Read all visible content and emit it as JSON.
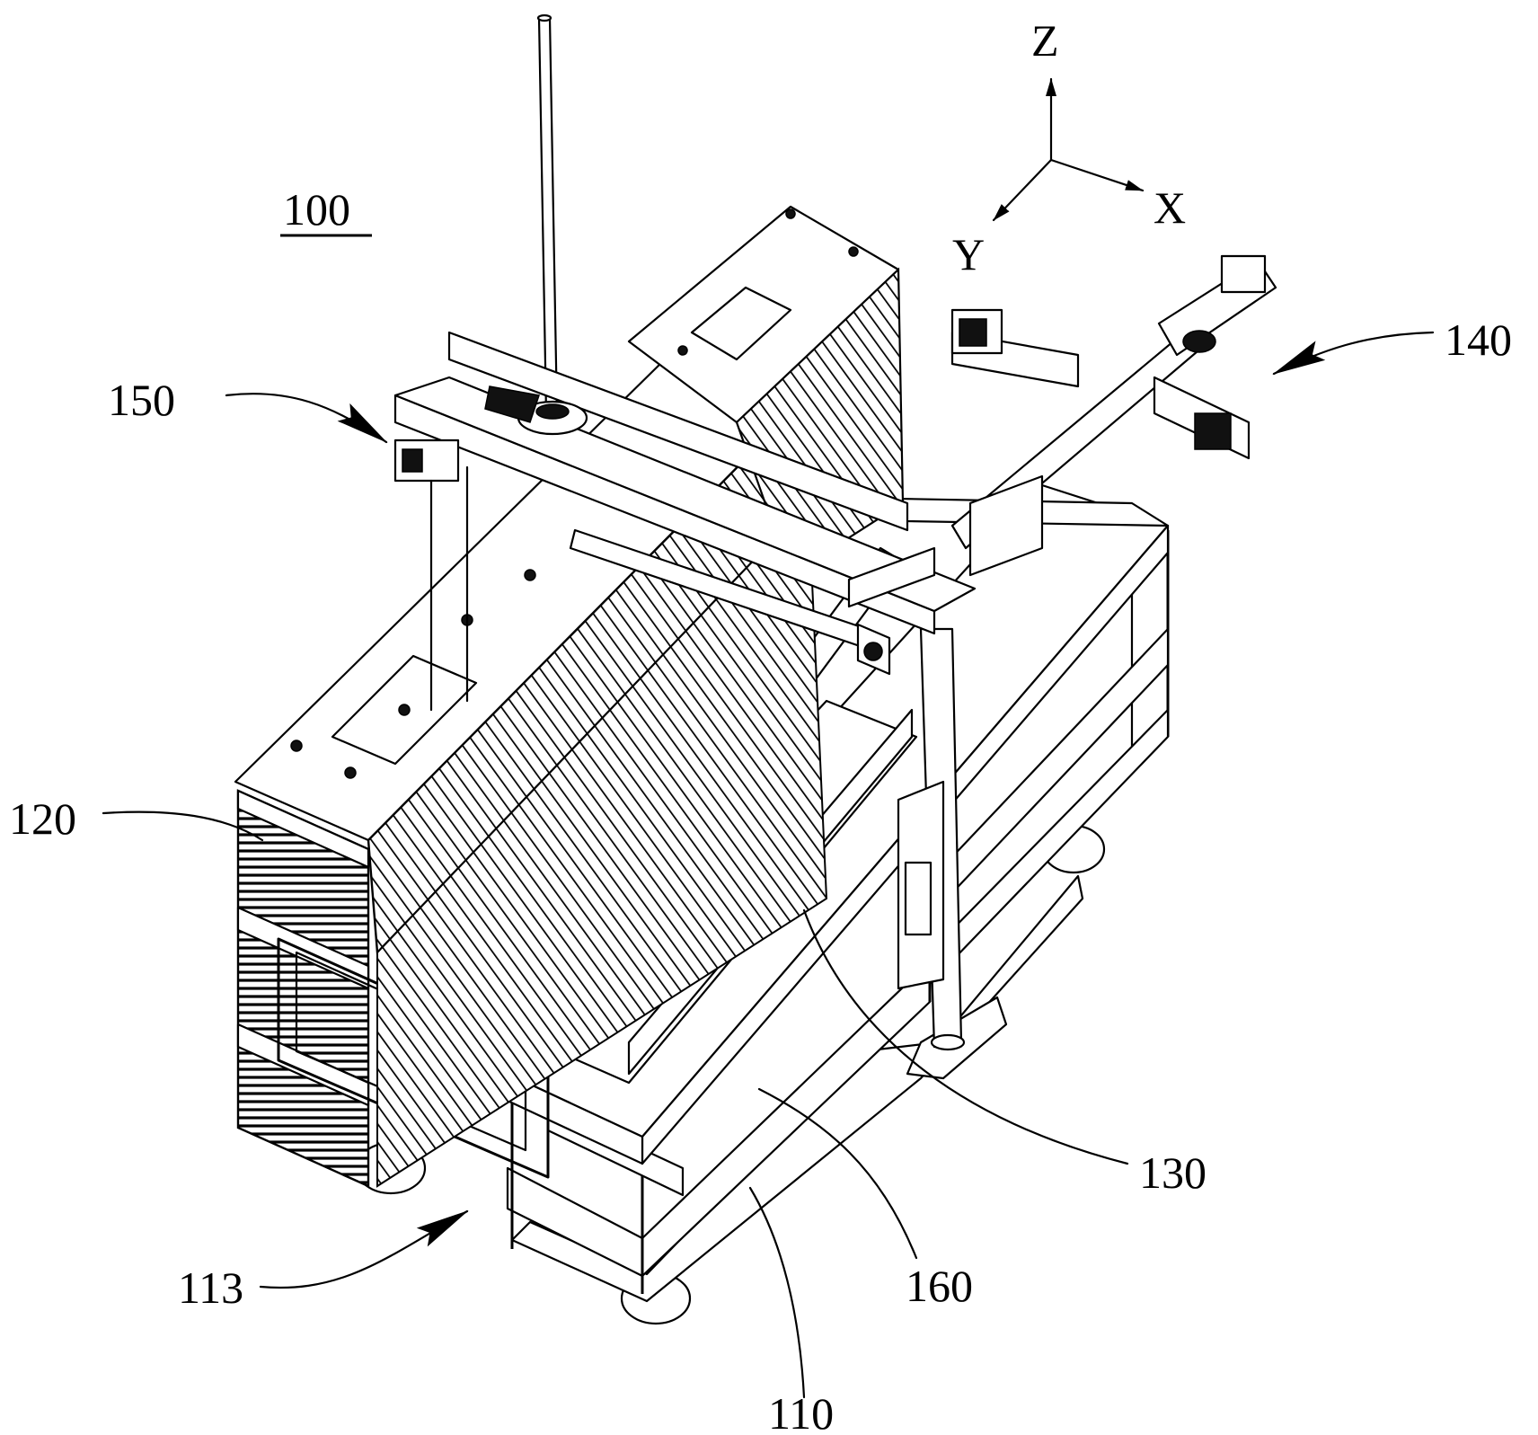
{
  "figure": {
    "reference_number": "100",
    "axes": {
      "z": "Z",
      "x": "X",
      "y": "Y"
    },
    "labels": [
      {
        "id": "label-150",
        "text": "150"
      },
      {
        "id": "label-140",
        "text": "140"
      },
      {
        "id": "label-120",
        "text": "120"
      },
      {
        "id": "label-130",
        "text": "130"
      },
      {
        "id": "label-160",
        "text": "160"
      },
      {
        "id": "label-113",
        "text": "113"
      },
      {
        "id": "label-110",
        "text": "110"
      }
    ]
  }
}
